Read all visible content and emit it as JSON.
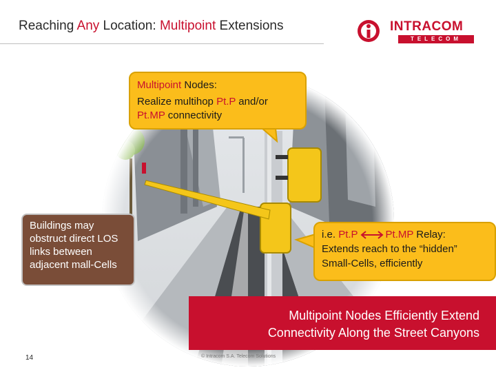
{
  "header": {
    "title_part1": "Reaching ",
    "title_part2": "Any",
    "title_part3": " Location: ",
    "title_part4": "Multipoint",
    "title_part5": " Extensions"
  },
  "logo": {
    "brand": "INTRACOM",
    "sub": "TELECOM"
  },
  "callout_nodes": {
    "heading_red": "Multipoint",
    "heading_rest": " Nodes:",
    "line1_a": "Realize multihop ",
    "line1_red": "Pt.P",
    "line1_b": " and/or",
    "line2_red": "Pt.MP",
    "line2_b": " connectivity"
  },
  "callout_buildings": {
    "text": "Buildings may obstruct direct LOS links between adjacent mall-Cells"
  },
  "callout_relay": {
    "line1_a": "i.e. ",
    "line1_red1": "Pt.P",
    "line1_red2": "Pt.MP",
    "line1_b": " Relay:",
    "line2": "Extends reach to the “hidden”",
    "line3": "Small-Cells, efficiently"
  },
  "banner": {
    "line1": "Multipoint Nodes Efficiently Extend",
    "line2": "Connectivity Along the Street Canyons"
  },
  "footer": {
    "page": "14",
    "copyright": "© Intracom S.A. Telecom Solutions"
  },
  "colors": {
    "accent_red": "#c8102e",
    "callout_yellow": "#fbbd1b",
    "callout_brown": "#7a4d38"
  }
}
